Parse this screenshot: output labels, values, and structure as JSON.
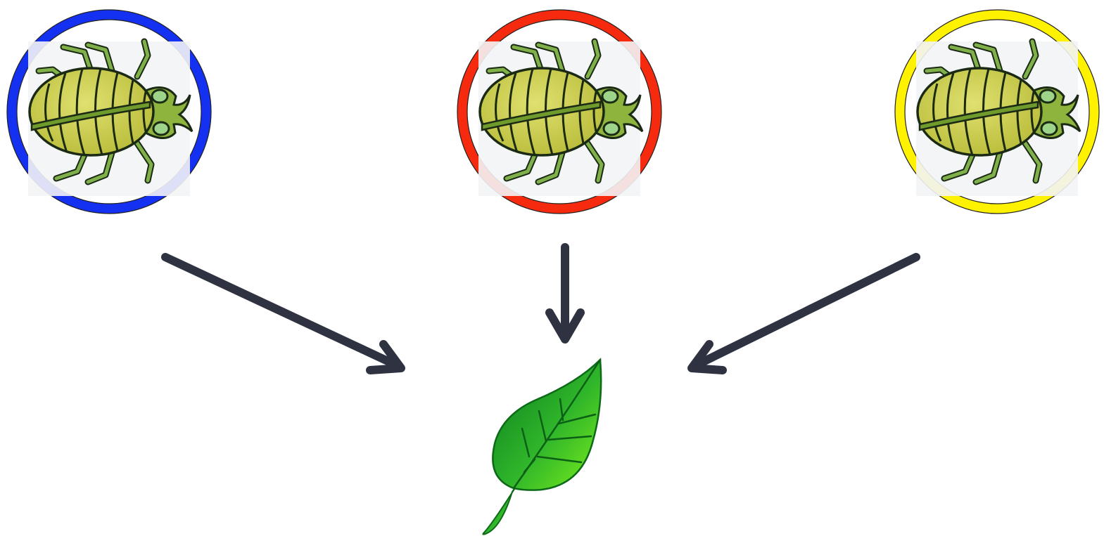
{
  "diagram": {
    "background": "#ffffff",
    "arrow_color": "#2f3240",
    "insects": [
      {
        "id": "blue",
        "ring_color": "#1430f0",
        "icon": "aphid-icon"
      },
      {
        "id": "red",
        "ring_color": "#f52a0f",
        "icon": "aphid-icon"
      },
      {
        "id": "yellow",
        "ring_color": "#fff200",
        "icon": "aphid-icon"
      }
    ],
    "target": {
      "icon": "leaf-icon",
      "colors": [
        "#0b7a1f",
        "#2fb52a",
        "#7ef01c"
      ]
    },
    "insect_colors": {
      "body": "#c3c63c",
      "body_light": "#dfe070",
      "outline": "#1b2a14",
      "legs": "#7fb04a",
      "stripe": "#6f9a2c"
    }
  }
}
